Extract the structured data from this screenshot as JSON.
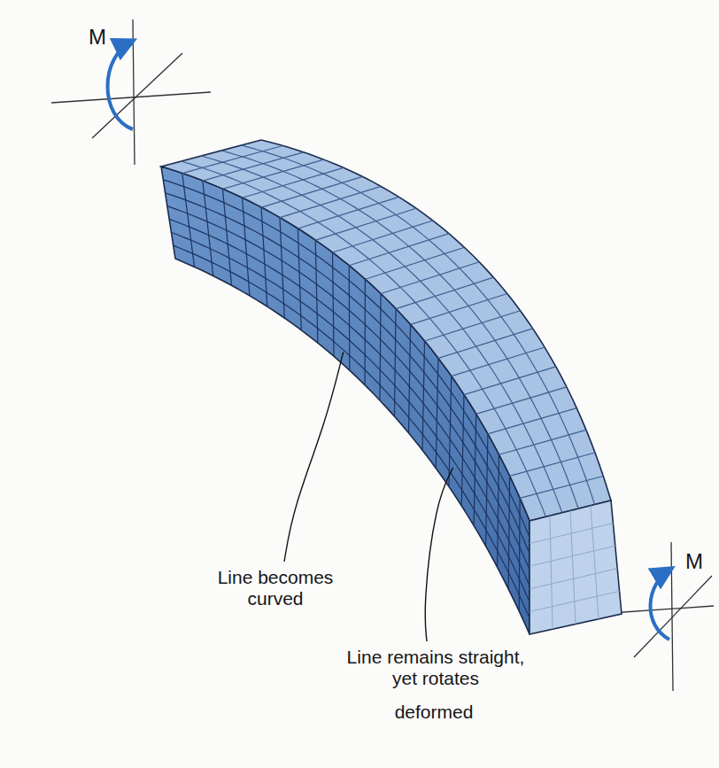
{
  "diagram": {
    "labels": [
      "M",
      "M",
      "Line becomes curved",
      "Line remains straight, yet rotates",
      "deformed"
    ]
  }
}
